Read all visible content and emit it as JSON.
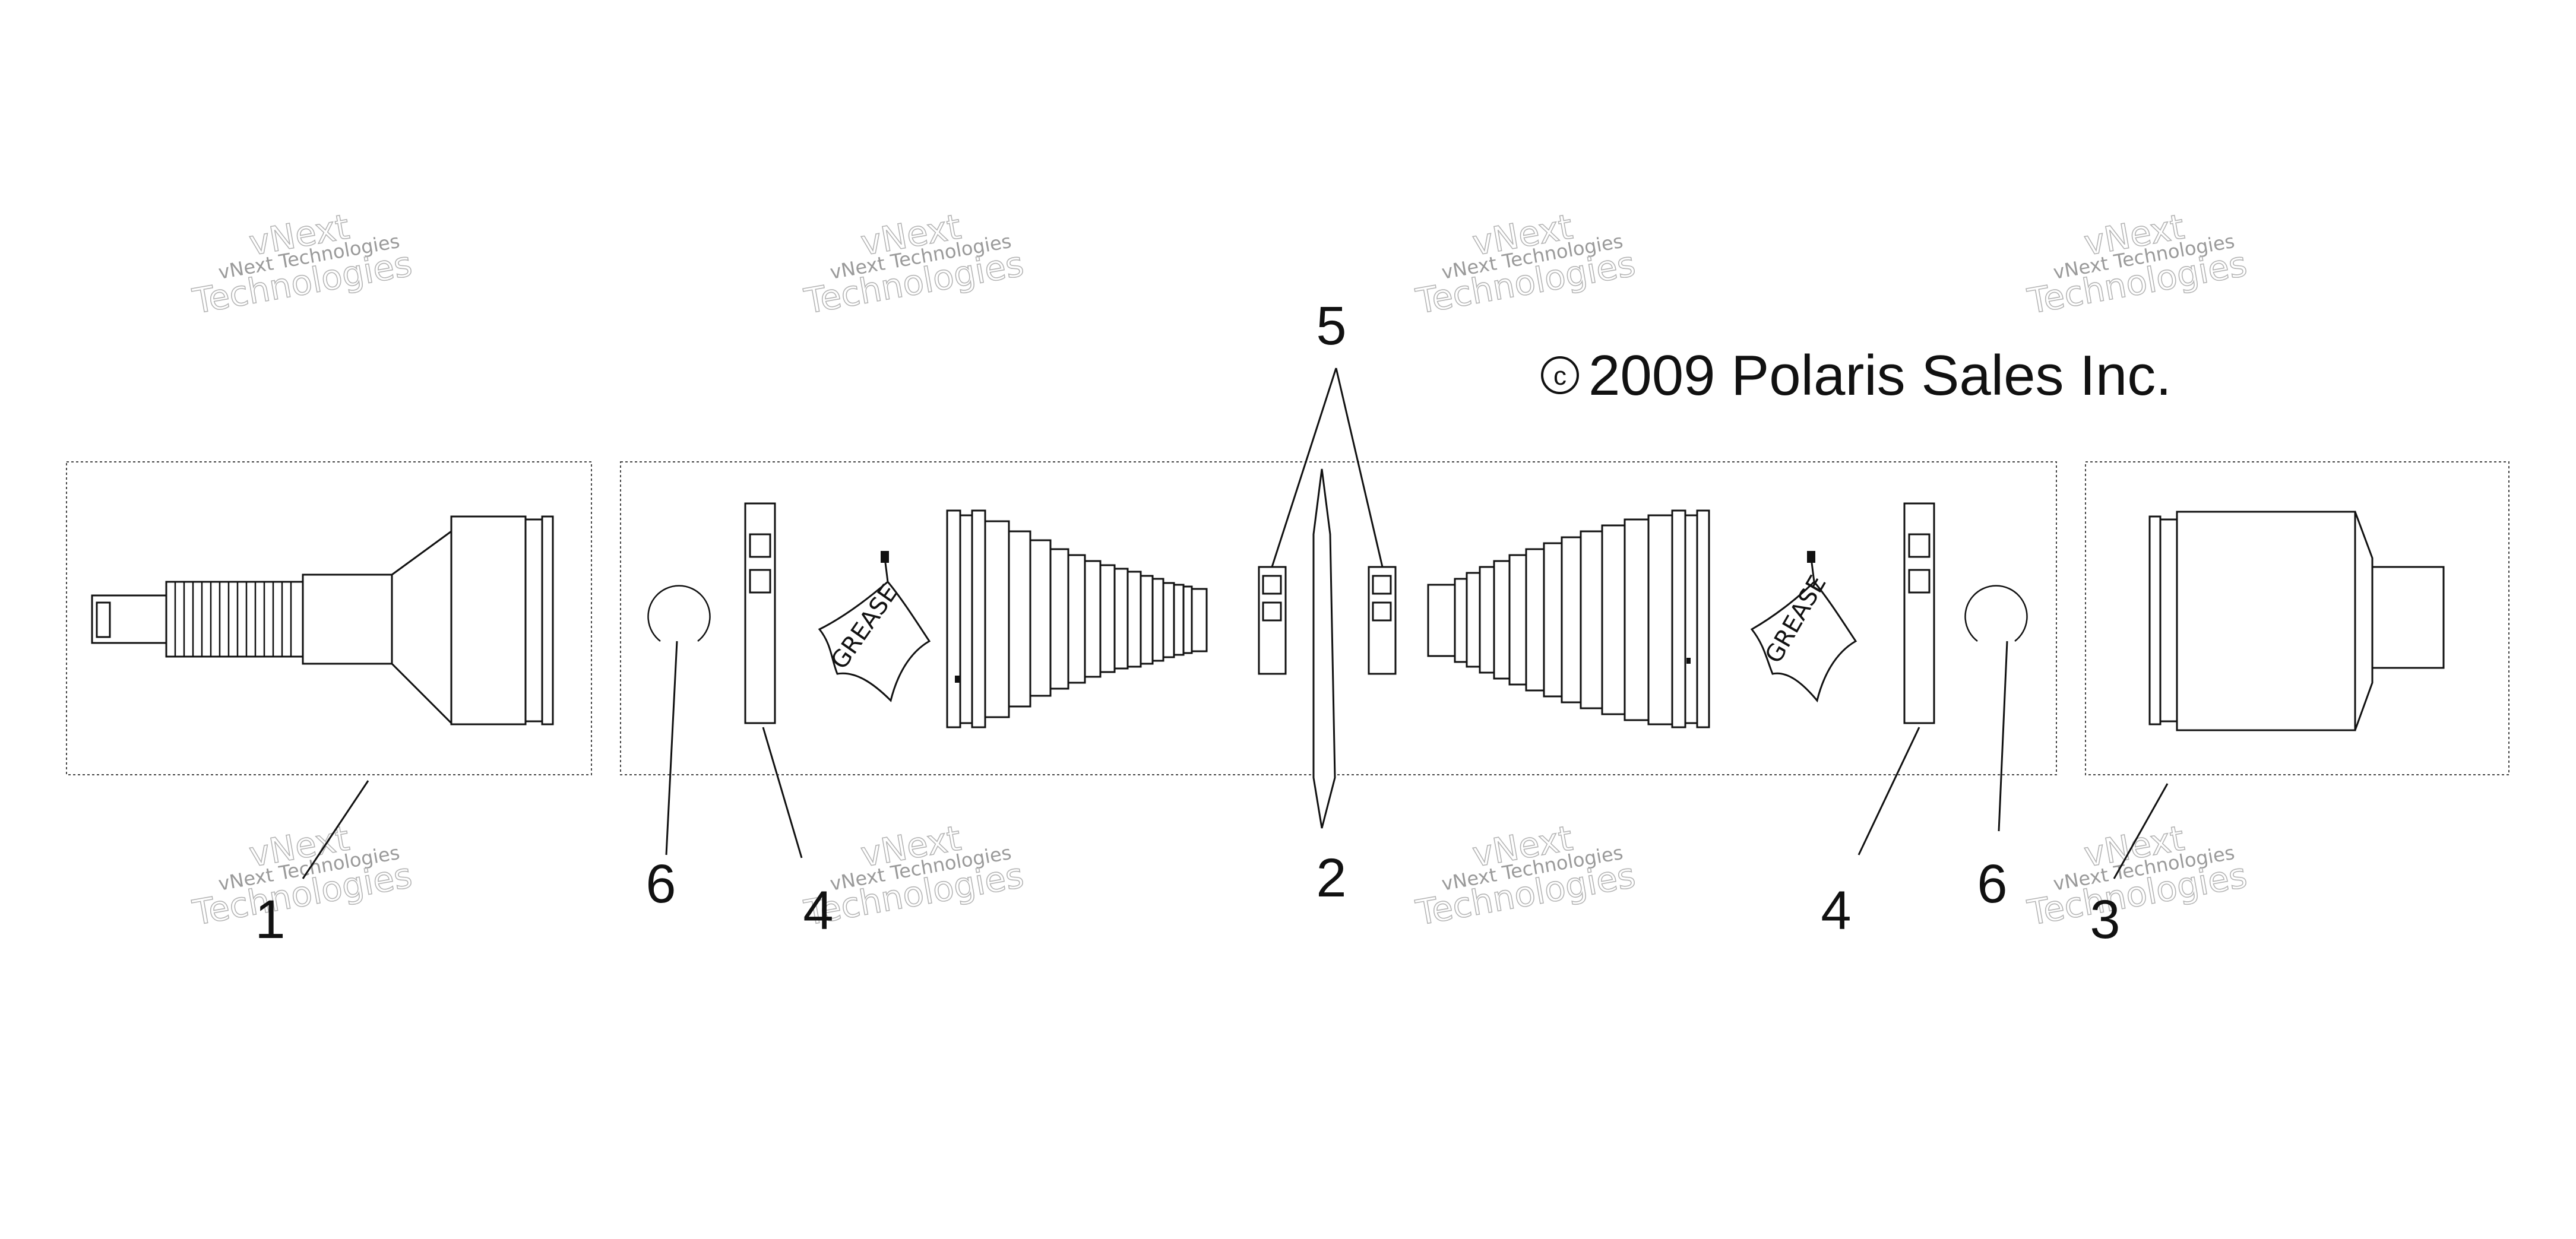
{
  "copyright": {
    "symbol": "c",
    "text": "2009 Polaris Sales Inc."
  },
  "watermark": {
    "line1": "vNext Technologies",
    "line2a": "vNext",
    "line2b": "Technologies"
  },
  "callouts": {
    "c1": "1",
    "c2": "2",
    "c3": "3",
    "c4a": "4",
    "c4b": "4",
    "c5": "5",
    "c6a": "6",
    "c6b": "6"
  },
  "grease_label": "GREASE"
}
